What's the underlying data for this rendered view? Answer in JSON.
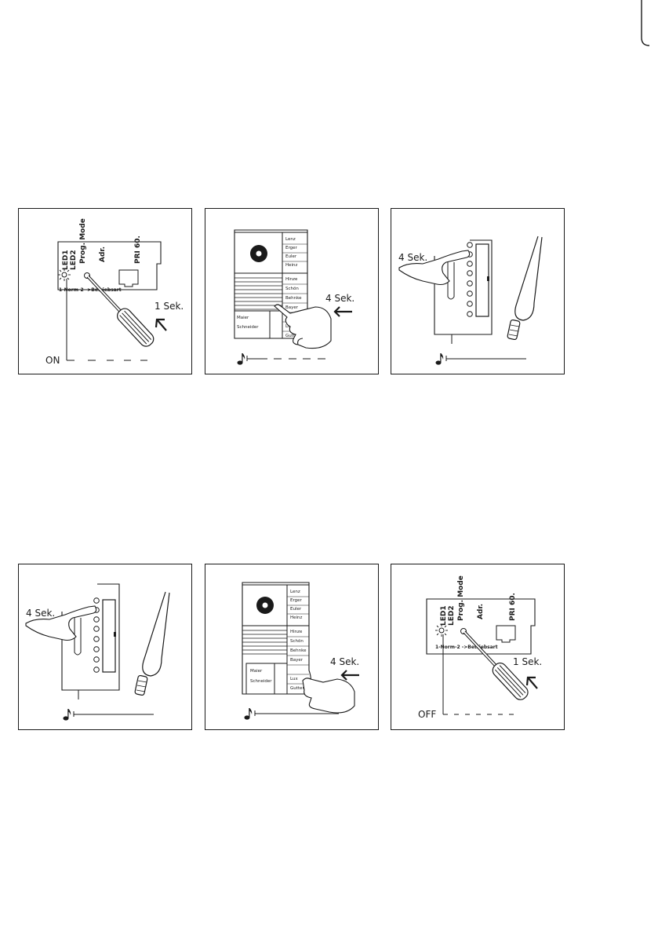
{
  "panels": [
    {
      "id": "p1",
      "module_labels": [
        "LED1",
        "LED2",
        "Prog. Mode",
        "Adr.",
        "PRI 60."
      ],
      "mode_text": "1-Norm-2 ->Betriebsart",
      "duration": "1 Sek.",
      "state": "ON"
    },
    {
      "id": "p2",
      "names_right": [
        "Lenz",
        "Erger",
        "Euler",
        "Heinz",
        "Hinze",
        "Schön",
        "Behnke",
        "Bayer",
        "Lux",
        "Gutter"
      ],
      "names_left": [
        "Maier",
        "Schneider"
      ],
      "duration": "4 Sek."
    },
    {
      "id": "p3",
      "duration": "4 Sek."
    },
    {
      "id": "p4",
      "duration": "4 Sek."
    },
    {
      "id": "p5",
      "names_right": [
        "Lenz",
        "Erger",
        "Euler",
        "Heinz",
        "Hinze",
        "Schön",
        "Behnke",
        "Bayer",
        "Lux",
        "Gutter"
      ],
      "names_left": [
        "Maier",
        "Schneider"
      ],
      "duration": "4 Sek."
    },
    {
      "id": "p6",
      "module_labels": [
        "LED1",
        "LED2",
        "Prog. Mode",
        "Adr.",
        "PRI 60."
      ],
      "mode_text": "1-Norm-2 ->Betriebsart",
      "duration": "1 Sek.",
      "state": "OFF"
    }
  ],
  "icons": {
    "tone": "music-note-icon",
    "press_direction": "arrow-icon",
    "led": "led-blink-icon",
    "tool": "screwdriver-icon",
    "hand": "pointing-hand-icon"
  }
}
